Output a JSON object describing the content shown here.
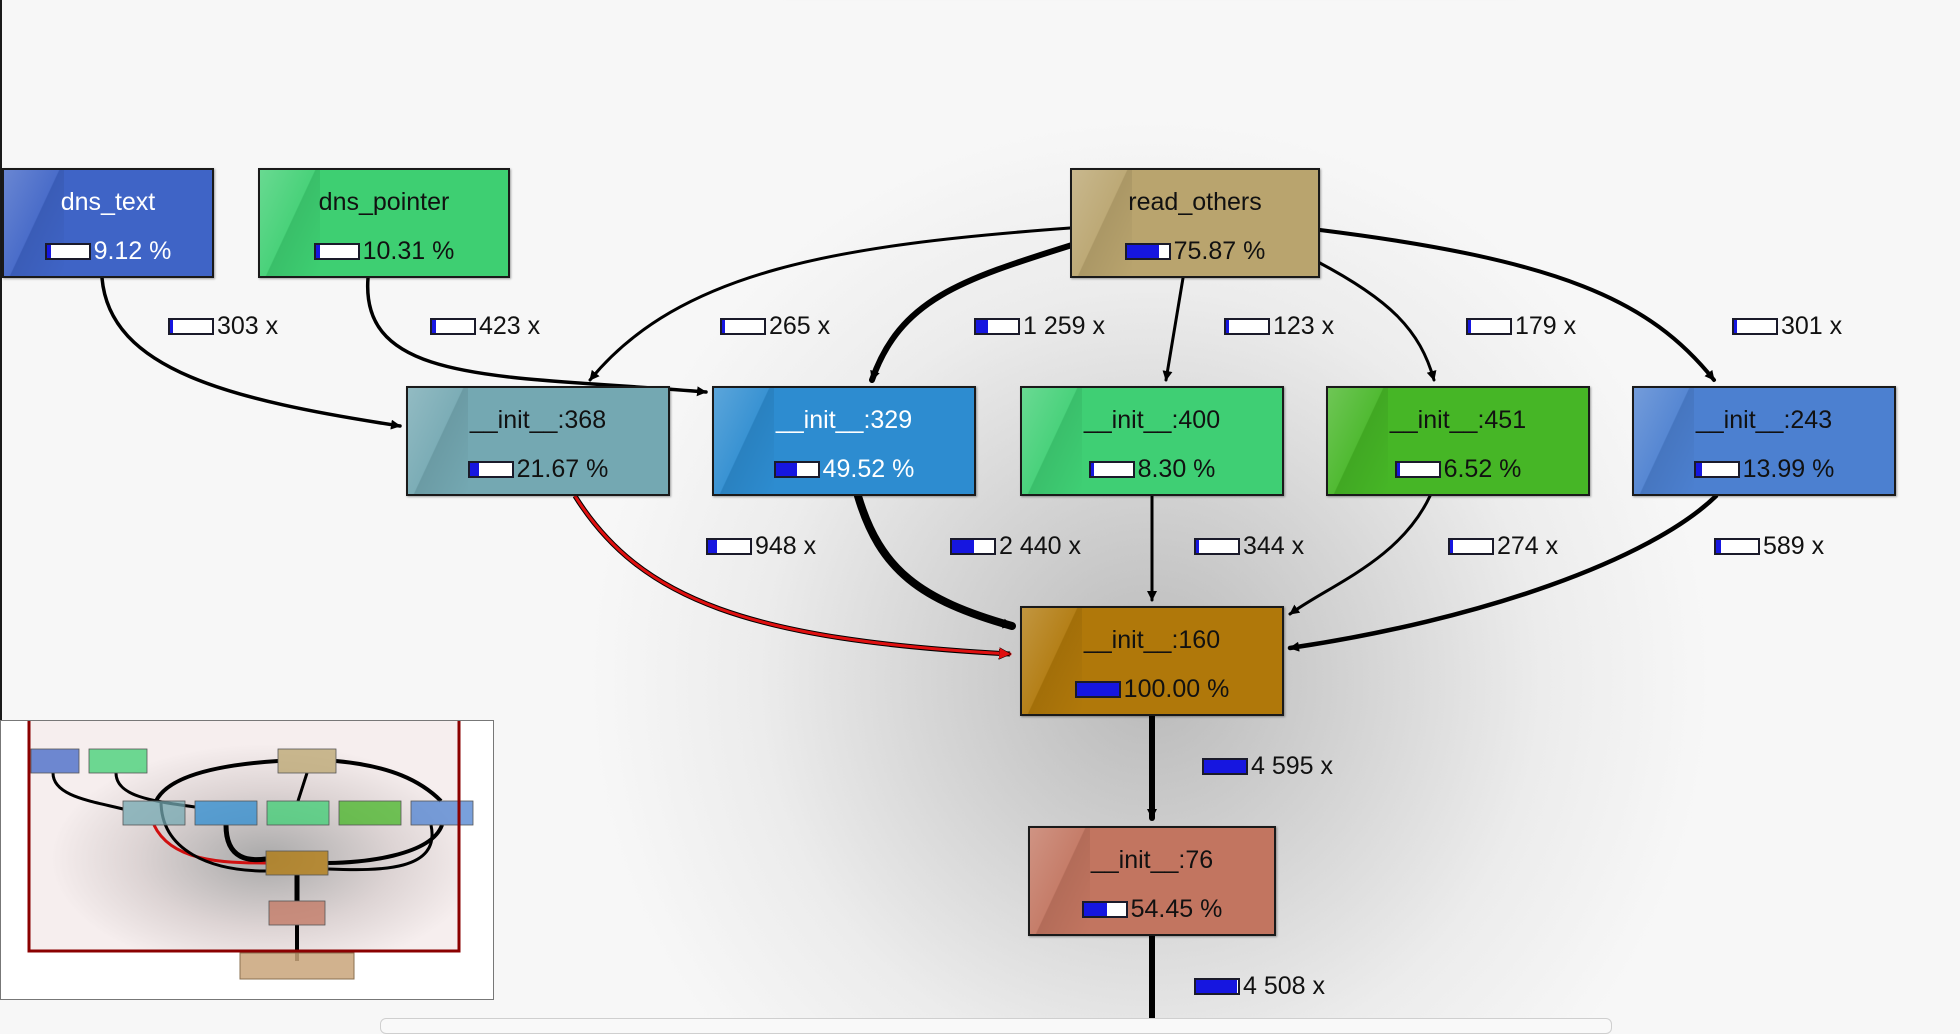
{
  "nodes": [
    {
      "id": "dns_text",
      "title": "dns_text",
      "percent": "9.12 %",
      "fraction": 0.0912,
      "color": "#3f64c6",
      "light": true
    },
    {
      "id": "dns_pointer",
      "title": "dns_pointer",
      "percent": "10.31 %",
      "fraction": 0.1031,
      "color": "#3ecf72",
      "light": false
    },
    {
      "id": "read_others",
      "title": "read_others",
      "percent": "75.87 %",
      "fraction": 0.7587,
      "color": "#b9a46e",
      "light": false
    },
    {
      "id": "init_368",
      "title": "__init__:368",
      "percent": "21.67 %",
      "fraction": 0.2167,
      "color": "#74a8b2",
      "light": false
    },
    {
      "id": "init_329",
      "title": "__init__:329",
      "percent": "49.52 %",
      "fraction": 0.4952,
      "color": "#2d8cd0",
      "light": true
    },
    {
      "id": "init_400",
      "title": "__init__:400",
      "percent": "8.30 %",
      "fraction": 0.083,
      "color": "#3fcf74",
      "light": false
    },
    {
      "id": "init_451",
      "title": "__init__:451",
      "percent": "6.52 %",
      "fraction": 0.0652,
      "color": "#46b626",
      "light": false
    },
    {
      "id": "init_243",
      "title": "__init__:243",
      "percent": "13.99 %",
      "fraction": 0.1399,
      "color": "#4c80d0",
      "light": false
    },
    {
      "id": "init_160",
      "title": "__init__:160",
      "percent": "100.00 %",
      "fraction": 1.0,
      "color": "#b0780a",
      "light": false
    },
    {
      "id": "init_76",
      "title": "__init__:76",
      "percent": "54.45 %",
      "fraction": 0.5445,
      "color": "#c27560",
      "light": false
    }
  ],
  "edges": [
    {
      "id": "e1",
      "from": "dns_text",
      "to": "init_368",
      "label": "303 x",
      "fraction": 0.066,
      "color": "#000000"
    },
    {
      "id": "e2",
      "from": "dns_pointer",
      "to": "init_329",
      "label": "423 x",
      "fraction": 0.092,
      "color": "#000000"
    },
    {
      "id": "e3",
      "from": "read_others",
      "to": "init_368",
      "label": "265 x",
      "fraction": 0.058,
      "color": "#000000"
    },
    {
      "id": "e4",
      "from": "read_others",
      "to": "init_329",
      "label": "1 259 x",
      "fraction": 0.274,
      "color": "#000000"
    },
    {
      "id": "e5",
      "from": "read_others",
      "to": "init_400",
      "label": "123 x",
      "fraction": 0.027,
      "color": "#000000"
    },
    {
      "id": "e6",
      "from": "read_others",
      "to": "init_451",
      "label": "179 x",
      "fraction": 0.039,
      "color": "#000000"
    },
    {
      "id": "e7",
      "from": "read_others",
      "to": "init_243",
      "label": "301 x",
      "fraction": 0.066,
      "color": "#000000"
    },
    {
      "id": "e8",
      "from": "init_368",
      "to": "init_160",
      "label": "948 x",
      "fraction": 0.206,
      "color": "#e01010"
    },
    {
      "id": "e9",
      "from": "init_329",
      "to": "init_160",
      "label": "2 440 x",
      "fraction": 0.531,
      "color": "#000000"
    },
    {
      "id": "e10",
      "from": "init_400",
      "to": "init_160",
      "label": "344 x",
      "fraction": 0.075,
      "color": "#000000"
    },
    {
      "id": "e11",
      "from": "init_451",
      "to": "init_160",
      "label": "274 x",
      "fraction": 0.06,
      "color": "#000000"
    },
    {
      "id": "e12",
      "from": "init_243",
      "to": "init_160",
      "label": "589 x",
      "fraction": 0.128,
      "color": "#000000"
    },
    {
      "id": "e13",
      "from": "init_160",
      "to": "init_76",
      "label": "4 595 x",
      "fraction": 1.0,
      "color": "#000000"
    },
    {
      "id": "e14",
      "from": "init_76",
      "to": "offscreen",
      "label": "4 508 x",
      "fraction": 0.981,
      "color": "#000000"
    }
  ],
  "minimap": {
    "frame_color": "#8b0000"
  }
}
